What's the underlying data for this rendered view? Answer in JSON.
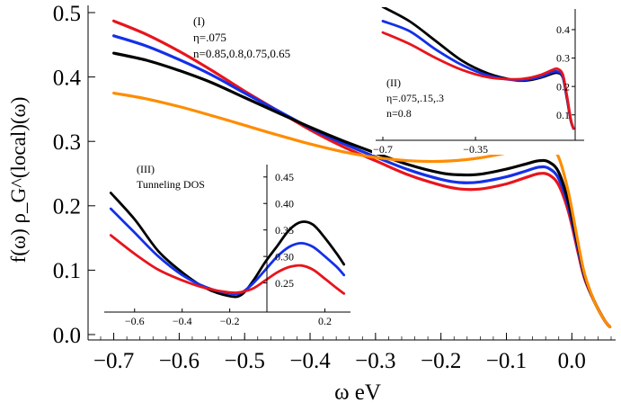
{
  "chart_data": [
    {
      "id": "main",
      "type": "line",
      "title": "",
      "xlabel": "ω eV",
      "ylabel": "f(ω) ρ_G^(local)(ω)",
      "xlim": [
        -0.72,
        0.06
      ],
      "ylim": [
        0.0,
        0.5
      ],
      "xticks": [
        -0.7,
        -0.6,
        -0.5,
        -0.4,
        -0.3,
        -0.2,
        -0.1,
        0.0
      ],
      "xtick_labels": [
        "−0.7",
        "−0.6",
        "−0.5",
        "−0.4",
        "−0.3",
        "−0.2",
        "−0.1",
        "0.0"
      ],
      "yticks": [
        0.0,
        0.1,
        0.2,
        0.3,
        0.4,
        0.5
      ],
      "ytick_labels": [
        "0.0",
        "0.1",
        "0.2",
        "0.3",
        "0.4",
        "0.5"
      ],
      "grid": false,
      "annotation": {
        "label": "(I)",
        "eta": "η=.075",
        "n": "n=0.85,0.8,0.75,0.65"
      },
      "series": [
        {
          "color": "#e8141c",
          "points": [
            [
              -0.7,
              0.487
            ],
            [
              -0.65,
              0.466
            ],
            [
              -0.6,
              0.44
            ],
            [
              -0.55,
              0.41
            ],
            [
              -0.5,
              0.378
            ],
            [
              -0.45,
              0.348
            ],
            [
              -0.4,
              0.318
            ],
            [
              -0.35,
              0.292
            ],
            [
              -0.3,
              0.27
            ],
            [
              -0.25,
              0.248
            ],
            [
              -0.2,
              0.232
            ],
            [
              -0.17,
              0.226
            ],
            [
              -0.14,
              0.226
            ],
            [
              -0.1,
              0.234
            ],
            [
              -0.07,
              0.244
            ],
            [
              -0.05,
              0.25
            ],
            [
              -0.035,
              0.248
            ],
            [
              -0.02,
              0.232
            ],
            [
              -0.005,
              0.19
            ],
            [
              0.01,
              0.125
            ],
            [
              0.02,
              0.085
            ],
            [
              0.035,
              0.05
            ],
            [
              0.05,
              0.022
            ],
            [
              0.058,
              0.012
            ]
          ]
        },
        {
          "color": "#1430e8",
          "points": [
            [
              -0.7,
              0.464
            ],
            [
              -0.65,
              0.448
            ],
            [
              -0.6,
              0.427
            ],
            [
              -0.55,
              0.403
            ],
            [
              -0.5,
              0.375
            ],
            [
              -0.45,
              0.348
            ],
            [
              -0.4,
              0.321
            ],
            [
              -0.35,
              0.297
            ],
            [
              -0.3,
              0.276
            ],
            [
              -0.25,
              0.256
            ],
            [
              -0.2,
              0.241
            ],
            [
              -0.17,
              0.236
            ],
            [
              -0.14,
              0.237
            ],
            [
              -0.1,
              0.245
            ],
            [
              -0.07,
              0.254
            ],
            [
              -0.05,
              0.26
            ],
            [
              -0.035,
              0.258
            ],
            [
              -0.02,
              0.242
            ],
            [
              -0.005,
              0.198
            ],
            [
              0.01,
              0.13
            ],
            [
              0.02,
              0.088
            ],
            [
              0.035,
              0.05
            ],
            [
              0.05,
              0.022
            ],
            [
              0.058,
              0.012
            ]
          ]
        },
        {
          "color": "#000000",
          "points": [
            [
              -0.7,
              0.437
            ],
            [
              -0.65,
              0.426
            ],
            [
              -0.6,
              0.41
            ],
            [
              -0.55,
              0.391
            ],
            [
              -0.5,
              0.368
            ],
            [
              -0.45,
              0.345
            ],
            [
              -0.4,
              0.322
            ],
            [
              -0.35,
              0.301
            ],
            [
              -0.3,
              0.282
            ],
            [
              -0.25,
              0.264
            ],
            [
              -0.2,
              0.251
            ],
            [
              -0.17,
              0.248
            ],
            [
              -0.14,
              0.249
            ],
            [
              -0.1,
              0.257
            ],
            [
              -0.07,
              0.265
            ],
            [
              -0.05,
              0.27
            ],
            [
              -0.035,
              0.268
            ],
            [
              -0.02,
              0.252
            ],
            [
              -0.005,
              0.205
            ],
            [
              0.01,
              0.135
            ],
            [
              0.02,
              0.09
            ],
            [
              0.035,
              0.05
            ],
            [
              0.05,
              0.022
            ],
            [
              0.058,
              0.012
            ]
          ]
        },
        {
          "color": "#ff8c00",
          "points": [
            [
              -0.7,
              0.375
            ],
            [
              -0.65,
              0.366
            ],
            [
              -0.6,
              0.354
            ],
            [
              -0.55,
              0.34
            ],
            [
              -0.5,
              0.325
            ],
            [
              -0.45,
              0.31
            ],
            [
              -0.4,
              0.296
            ],
            [
              -0.35,
              0.284
            ],
            [
              -0.3,
              0.275
            ],
            [
              -0.25,
              0.27
            ],
            [
              -0.2,
              0.269
            ],
            [
              -0.15,
              0.273
            ],
            [
              -0.1,
              0.282
            ],
            [
              -0.07,
              0.29
            ],
            [
              -0.05,
              0.295
            ],
            [
              -0.035,
              0.293
            ],
            [
              -0.02,
              0.275
            ],
            [
              -0.005,
              0.22
            ],
            [
              0.01,
              0.14
            ],
            [
              0.02,
              0.092
            ],
            [
              0.035,
              0.05
            ],
            [
              0.05,
              0.022
            ],
            [
              0.058,
              0.012
            ]
          ]
        }
      ]
    },
    {
      "id": "inset2",
      "type": "line",
      "title": "",
      "xlabel": "",
      "ylabel": "",
      "xlim": [
        -0.7,
        0.03
      ],
      "ylim": [
        0.02,
        0.46
      ],
      "xticks": [
        -0.7,
        -0.35
      ],
      "xtick_labels": [
        "−0.7",
        "−0.35"
      ],
      "yticks": [
        0.1,
        0.2,
        0.3,
        0.4
      ],
      "ytick_labels": [
        "0.1",
        "0.2",
        "0.3",
        "0.4"
      ],
      "grid": false,
      "annotation": {
        "label": "(II)",
        "eta": "η=.075,.15,.3",
        "n": "n=0.8"
      },
      "series": [
        {
          "color": "#000000",
          "points": [
            [
              -0.7,
              0.48
            ],
            [
              -0.6,
              0.43
            ],
            [
              -0.5,
              0.36
            ],
            [
              -0.4,
              0.29
            ],
            [
              -0.3,
              0.245
            ],
            [
              -0.2,
              0.222
            ],
            [
              -0.15,
              0.222
            ],
            [
              -0.1,
              0.232
            ],
            [
              -0.06,
              0.245
            ],
            [
              -0.04,
              0.248
            ],
            [
              -0.02,
              0.232
            ],
            [
              -0.005,
              0.16
            ],
            [
              0.01,
              0.08
            ],
            [
              0.02,
              0.052
            ]
          ]
        },
        {
          "color": "#1430e8",
          "points": [
            [
              -0.7,
              0.43
            ],
            [
              -0.6,
              0.395
            ],
            [
              -0.5,
              0.33
            ],
            [
              -0.4,
              0.275
            ],
            [
              -0.3,
              0.238
            ],
            [
              -0.2,
              0.222
            ],
            [
              -0.15,
              0.225
            ],
            [
              -0.1,
              0.235
            ],
            [
              -0.06,
              0.25
            ],
            [
              -0.04,
              0.252
            ],
            [
              -0.02,
              0.235
            ],
            [
              -0.005,
              0.165
            ],
            [
              0.01,
              0.082
            ],
            [
              0.02,
              0.052
            ]
          ]
        },
        {
          "color": "#e8141c",
          "points": [
            [
              -0.7,
              0.39
            ],
            [
              -0.6,
              0.35
            ],
            [
              -0.5,
              0.3
            ],
            [
              -0.4,
              0.258
            ],
            [
              -0.3,
              0.232
            ],
            [
              -0.2,
              0.225
            ],
            [
              -0.15,
              0.23
            ],
            [
              -0.1,
              0.242
            ],
            [
              -0.06,
              0.258
            ],
            [
              -0.04,
              0.262
            ],
            [
              -0.02,
              0.242
            ],
            [
              -0.005,
              0.17
            ],
            [
              0.01,
              0.085
            ],
            [
              0.02,
              0.052
            ]
          ]
        }
      ]
    },
    {
      "id": "inset3",
      "type": "line",
      "title": "",
      "xlabel": "",
      "ylabel": "",
      "xlim": [
        -0.72,
        0.3
      ],
      "ylim": [
        0.195,
        0.47
      ],
      "xticks": [
        -0.6,
        -0.4,
        -0.2,
        0.2
      ],
      "xtick_labels": [
        "−0.6",
        "−0.4",
        "−0.2",
        "0.2"
      ],
      "yticks": [
        0.25,
        0.3,
        0.35,
        0.4,
        0.45
      ],
      "ytick_labels": [
        "0.25",
        "0.30",
        "0.35",
        "0.40",
        "0.45"
      ],
      "grid": false,
      "annotation": {
        "label": "(III)",
        "eta": "Tunneling DOS",
        "n": ""
      },
      "series": [
        {
          "color": "#000000",
          "points": [
            [
              -0.7,
              0.42
            ],
            [
              -0.6,
              0.37
            ],
            [
              -0.5,
              0.31
            ],
            [
              -0.4,
              0.27
            ],
            [
              -0.3,
              0.24
            ],
            [
              -0.2,
              0.225
            ],
            [
              -0.15,
              0.228
            ],
            [
              -0.1,
              0.255
            ],
            [
              -0.05,
              0.29
            ],
            [
              0.0,
              0.32
            ],
            [
              0.05,
              0.35
            ],
            [
              0.1,
              0.365
            ],
            [
              0.15,
              0.36
            ],
            [
              0.2,
              0.335
            ],
            [
              0.25,
              0.305
            ],
            [
              0.28,
              0.285
            ]
          ]
        },
        {
          "color": "#1430e8",
          "points": [
            [
              -0.7,
              0.39
            ],
            [
              -0.6,
              0.345
            ],
            [
              -0.5,
              0.3
            ],
            [
              -0.4,
              0.265
            ],
            [
              -0.3,
              0.242
            ],
            [
              -0.2,
              0.23
            ],
            [
              -0.15,
              0.232
            ],
            [
              -0.1,
              0.25
            ],
            [
              -0.05,
              0.275
            ],
            [
              0.0,
              0.3
            ],
            [
              0.05,
              0.318
            ],
            [
              0.1,
              0.325
            ],
            [
              0.15,
              0.318
            ],
            [
              0.2,
              0.3
            ],
            [
              0.25,
              0.28
            ],
            [
              0.28,
              0.265
            ]
          ]
        },
        {
          "color": "#e8141c",
          "points": [
            [
              -0.7,
              0.34
            ],
            [
              -0.6,
              0.305
            ],
            [
              -0.5,
              0.275
            ],
            [
              -0.4,
              0.255
            ],
            [
              -0.3,
              0.24
            ],
            [
              -0.2,
              0.232
            ],
            [
              -0.15,
              0.233
            ],
            [
              -0.1,
              0.24
            ],
            [
              -0.05,
              0.255
            ],
            [
              0.0,
              0.27
            ],
            [
              0.05,
              0.28
            ],
            [
              0.1,
              0.283
            ],
            [
              0.15,
              0.275
            ],
            [
              0.2,
              0.258
            ],
            [
              0.25,
              0.24
            ],
            [
              0.28,
              0.23
            ]
          ]
        }
      ]
    }
  ]
}
